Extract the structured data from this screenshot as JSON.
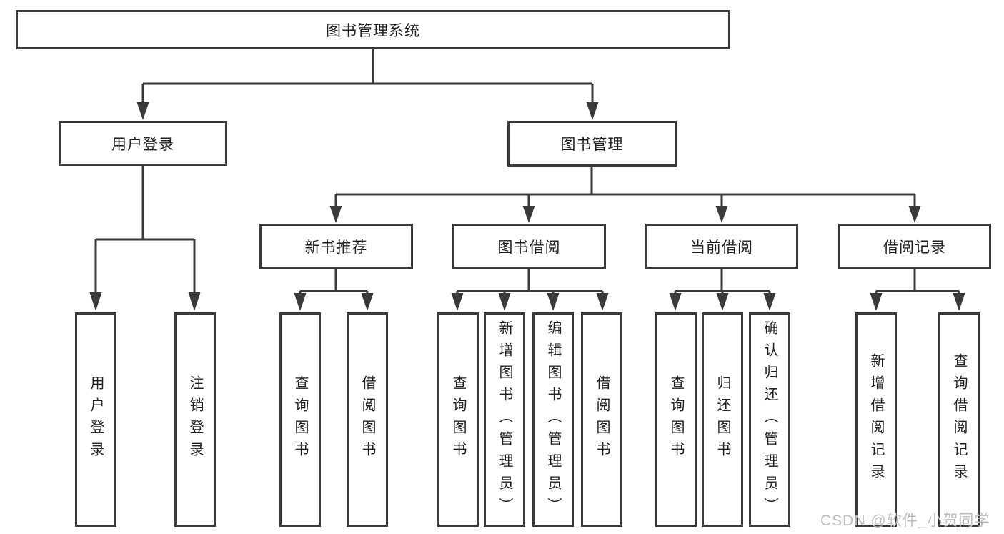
{
  "tree": {
    "root": "图书管理系统",
    "branches": [
      {
        "label": "用户登录",
        "children": [
          "用户登录",
          "注销登录"
        ]
      },
      {
        "label": "图书管理",
        "sections": [
          {
            "label": "新书推荐",
            "children": [
              "查询图书",
              "借阅图书"
            ]
          },
          {
            "label": "图书借阅",
            "children": [
              "查询图书",
              "新增图书（管理员）",
              "编辑图书（管理员）",
              "借阅图书"
            ]
          },
          {
            "label": "当前借阅",
            "children": [
              "查询图书",
              "归还图书",
              "确认归还（管理员）"
            ]
          },
          {
            "label": "借阅记录",
            "children": [
              "新增借阅记录",
              "查询借阅记录"
            ]
          }
        ]
      }
    ]
  },
  "watermark": "CSDN @软件_小贺同学",
  "colors": {
    "line": "#3a3a3a",
    "text": "#212121",
    "box_background": "#ffffff",
    "watermark": "#bdbdbd"
  }
}
